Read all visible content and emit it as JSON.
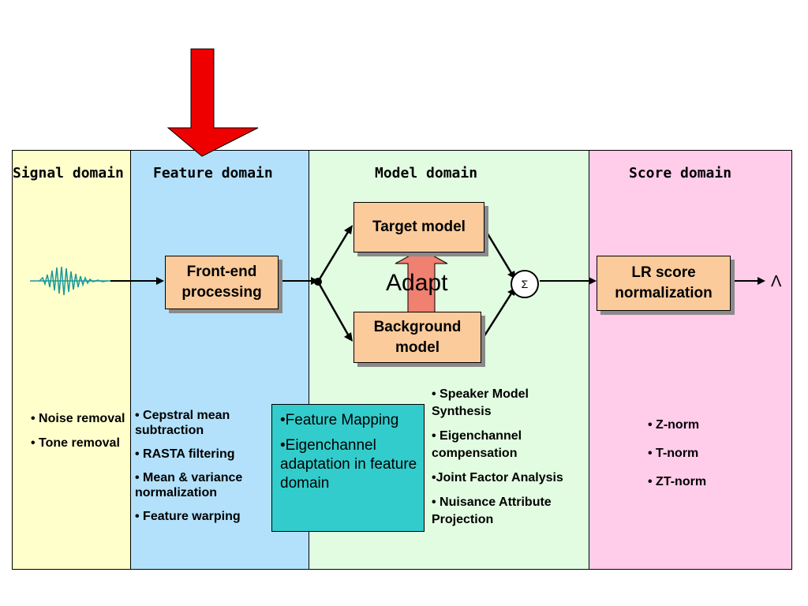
{
  "panels": {
    "signal": {
      "title": "Signal domain",
      "bullets": [
        "• Noise removal",
        "• Tone removal"
      ]
    },
    "feature": {
      "title": "Feature domain",
      "bullets": [
        "• Cepstral mean subtraction",
        "• RASTA filtering",
        "• Mean & variance normalization",
        "• Feature warping"
      ]
    },
    "model": {
      "title": "Model domain",
      "bullets": [
        "• Speaker Model Synthesis",
        "• Eigenchannel compensation",
        "•Joint Factor Analysis",
        "• Nuisance Attribute Projection"
      ]
    },
    "score": {
      "title": "Score domain",
      "bullets": [
        "• Z-norm",
        "• T-norm",
        "• ZT-norm"
      ]
    }
  },
  "boxes": {
    "frontend": "Front-end processing",
    "target": "Target model",
    "background": "Background model",
    "lr": "LR score normalization"
  },
  "adapt_label": "Adapt",
  "sigma_symbol": "Σ",
  "output_symbol": "Λ",
  "feature_mapping": [
    "•Feature Mapping",
    "•Eigenchannel adaptation in feature domain"
  ],
  "colors": {
    "signal_bg": "#ffffcc",
    "feature_bg": "#b3e1fb",
    "model_bg": "#e1fce1",
    "score_bg": "#ffccea",
    "box_fill": "#fbcb9b",
    "highlight_arrow": "#ee0000",
    "adapt_arrow": "#f08070",
    "teal_box": "#33cccc",
    "waveform": "#1a9999"
  }
}
